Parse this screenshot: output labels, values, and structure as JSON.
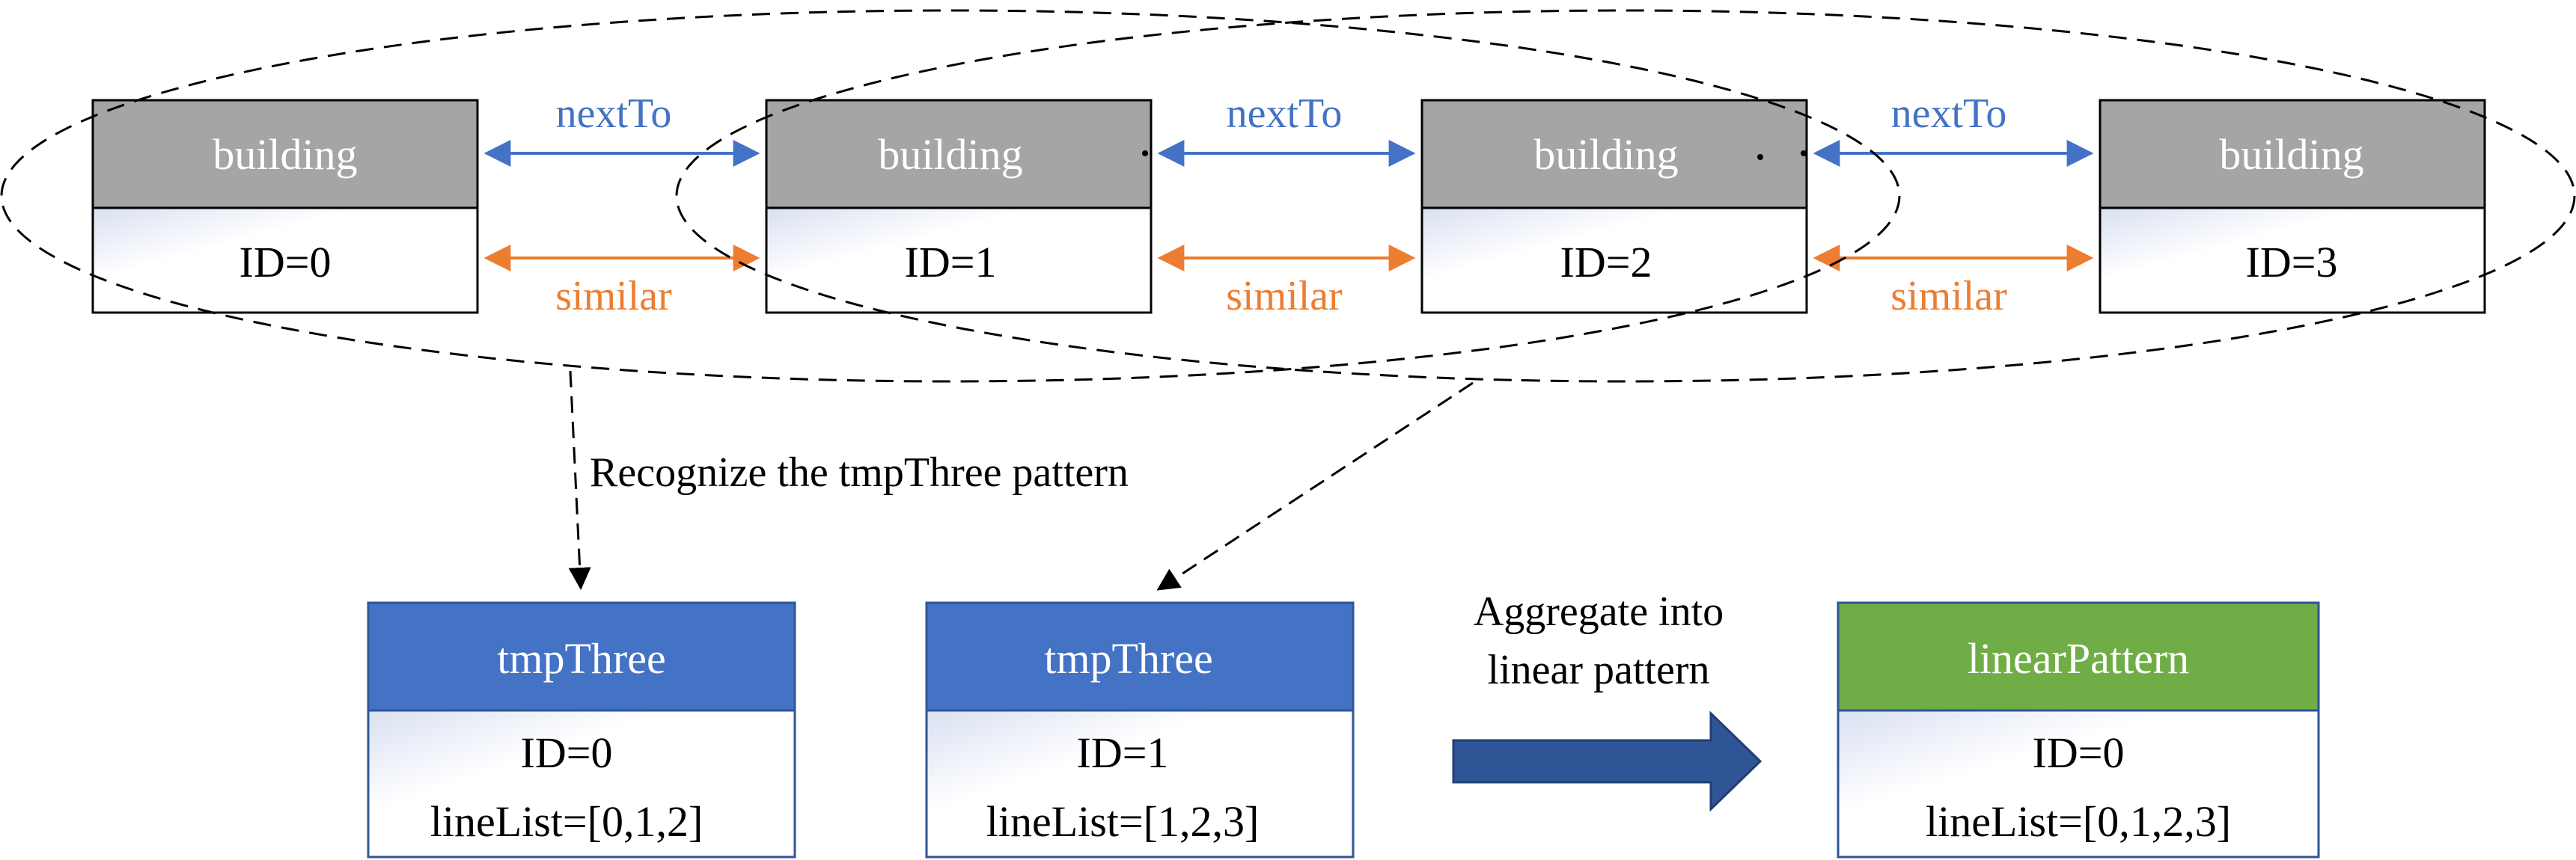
{
  "colors": {
    "building_header": "#a5a5a5",
    "tmp_header": "#4472c4",
    "linear_header": "#70ad47",
    "next_to": "#4472c4",
    "similar": "#ed7d31",
    "big_arrow": "#2f5597",
    "border": "#000000",
    "body_gradient": "#dde3f3"
  },
  "buildings": [
    {
      "header": "building",
      "id": "ID=0"
    },
    {
      "header": "building",
      "id": "ID=1"
    },
    {
      "header": "building",
      "id": "ID=2"
    },
    {
      "header": "building",
      "id": "ID=3"
    }
  ],
  "relations": [
    {
      "next_to": "nextTo",
      "similar": "similar"
    },
    {
      "next_to": "nextTo",
      "similar": "similar"
    },
    {
      "next_to": "nextTo",
      "similar": "similar"
    }
  ],
  "recognize_label": "Recognize the tmpThree pattern",
  "aggregate_label": [
    "Aggregate into",
    "linear pattern"
  ],
  "patterns": [
    {
      "header": "tmpThree",
      "id": "ID=0",
      "line_list": "lineList=[0,1,2]"
    },
    {
      "header": "tmpThree",
      "id": "ID=1",
      "line_list": "lineList=[1,2,3]"
    },
    {
      "header": "linearPattern",
      "id": "ID=0",
      "line_list": "lineList=[0,1,2,3]"
    }
  ]
}
